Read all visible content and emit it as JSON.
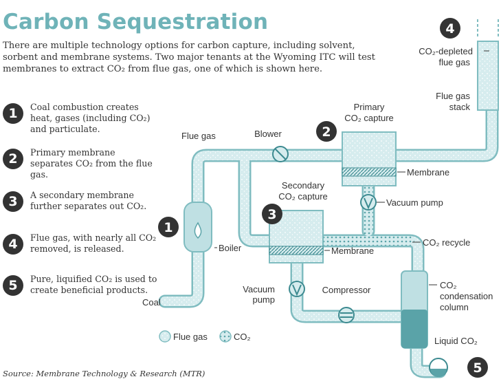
{
  "title": "Carbon Sequestration",
  "intro": "There are multiple technology options for carbon capture, including solvent, sorbent and membrane systems. Two major tenants at the Wyoming ITC will test membranes to extract CO₂ from flue gas, one of which is shown here.",
  "steps": [
    {
      "num": "1",
      "text": "Coal combustion creates heat, gases (including CO₂) and particulate."
    },
    {
      "num": "2",
      "text": "Primary membrane separates CO₂ from the flue gas."
    },
    {
      "num": "3",
      "text": "A secondary membrane further separates out CO₂."
    },
    {
      "num": "4",
      "text": "Flue gas, with nearly all CO₂ removed, is released."
    },
    {
      "num": "5",
      "text": "Pure, liquified CO₂ is used to create beneficial products."
    }
  ],
  "diagram": {
    "labels": {
      "flue_gas": "Flue gas",
      "blower": "Blower",
      "primary_1": "Primary",
      "primary_2": "CO₂ capture",
      "membrane_primary": "Membrane",
      "vacuum_pump_primary": "Vacuum pump",
      "secondary_1": "Secondary",
      "secondary_2": "CO₂ capture",
      "membrane_secondary": "Membrane",
      "boiler": "Boiler",
      "coal": "Coal",
      "co2_recycle": "CO₂ recycle",
      "vacuum_pump_secondary_1": "Vacuum",
      "vacuum_pump_secondary_2": "pump",
      "compressor": "Compressor",
      "condensation_1": "CO₂",
      "condensation_2": "condensation",
      "condensation_3": "column",
      "liquid_co2": "Liquid CO₂",
      "depleted_1": "CO₂-depleted",
      "depleted_2": "flue gas",
      "stack_1": "Flue gas",
      "stack_2": "stack"
    },
    "markers": [
      "1",
      "2",
      "3",
      "4",
      "5"
    ],
    "legend": {
      "flue_gas": "Flue gas",
      "co2": "CO₂"
    }
  },
  "source": "Source: Membrane Technology & Research (MTR)",
  "colors": {
    "title": "#6fb3b8",
    "pipe_fill": "#d6ecee",
    "pipe_edge": "#7fbcc0",
    "dark_teal": "#5aa3a8",
    "marker": "#333333"
  }
}
